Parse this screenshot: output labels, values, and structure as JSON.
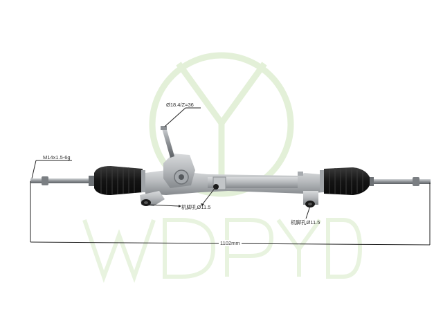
{
  "watermark": {
    "brand_text": "WDPYD",
    "color": "#e6f2dc"
  },
  "product": {
    "name": "steering rack",
    "colors": {
      "housing": "#b9bcbf",
      "housing_shadow": "#8e9296",
      "boot": "#151515",
      "rod": "#9a9ea2"
    }
  },
  "annotations": {
    "pinion_spec": "Ø18.4/Z=36",
    "thread_spec": "M14x1.5-6g",
    "mount_hole_left": "机脚孔Ø11.5",
    "mount_hole_right": "机脚孔Ø11.5",
    "overall_length": "1102mm"
  },
  "colors": {
    "line": "#222222",
    "text": "#333333"
  }
}
